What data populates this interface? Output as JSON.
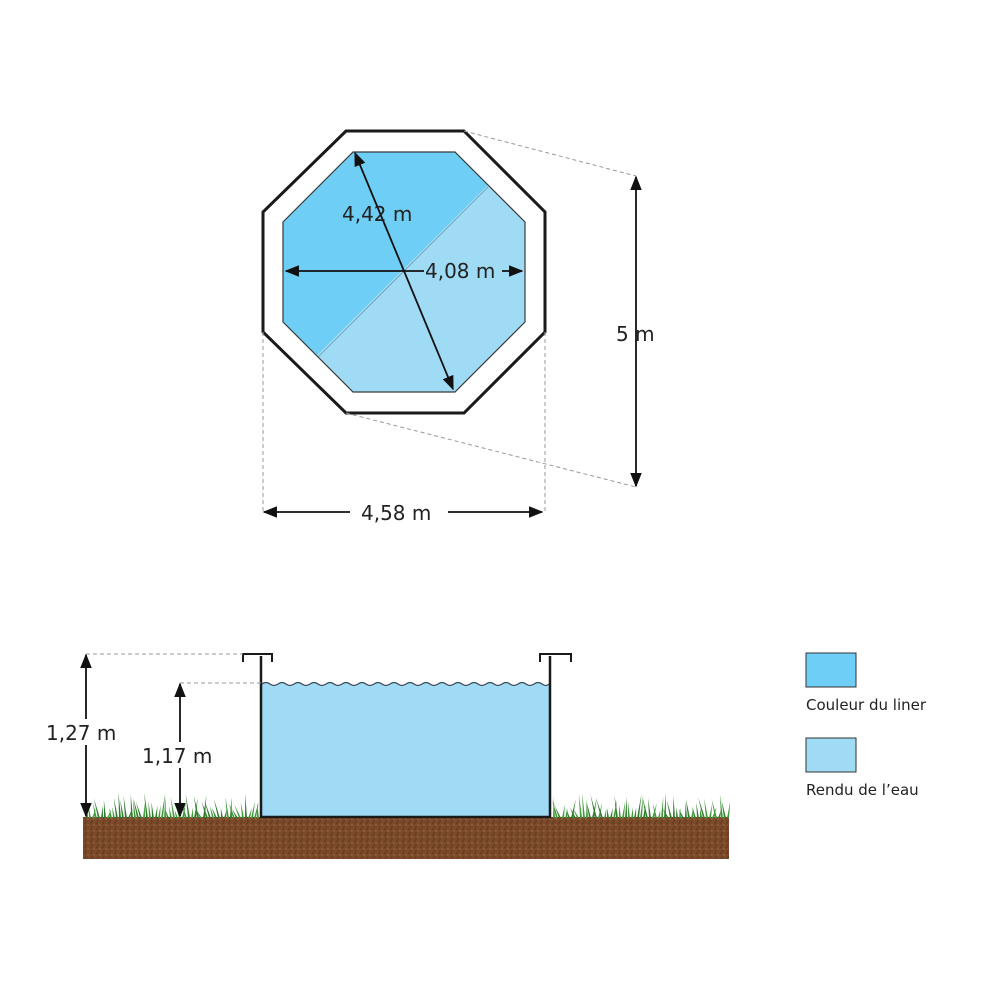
{
  "top_view": {
    "diagonal_label": "4,42 m",
    "inner_width_label": "4,08 m",
    "outer_length_label": "5 m",
    "outer_width_label": "4,58 m"
  },
  "side_view": {
    "total_height_label": "1,27 m",
    "water_height_label": "1,17 m"
  },
  "legend": {
    "items": [
      {
        "label": "Couleur du liner",
        "color": "#6ecef5"
      },
      {
        "label": "Rendu de l’eau",
        "color": "#a0dbf6"
      }
    ]
  },
  "colors": {
    "liner": "#6ecef5",
    "water": "#a0dbf6",
    "soil": "#7a4a2b",
    "grass": "#3f9a3a",
    "outline": "#1a1a1a"
  }
}
